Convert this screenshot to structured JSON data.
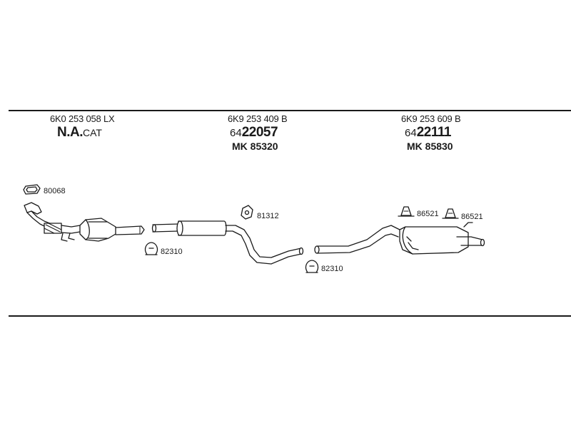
{
  "parts": {
    "cat_part": "6K0 253 058 LX",
    "cat_na": "N.A.",
    "cat_suffix": "CAT",
    "mid_part": "6K9 253 409 B",
    "mid_ref_prefix": "64",
    "mid_ref_main": "22057",
    "mid_mk": "MK  85320",
    "rear_part": "6K9 253 609 B",
    "rear_ref_prefix": "64",
    "rear_ref_main": "22111",
    "rear_mk": "MK  85830"
  },
  "components": {
    "gasket": "80068",
    "clamp_front": "82310",
    "hanger_mid": "81312",
    "clamp_rear": "82310",
    "hanger_rear_1": "86521",
    "hanger_rear_2": "86521"
  }
}
